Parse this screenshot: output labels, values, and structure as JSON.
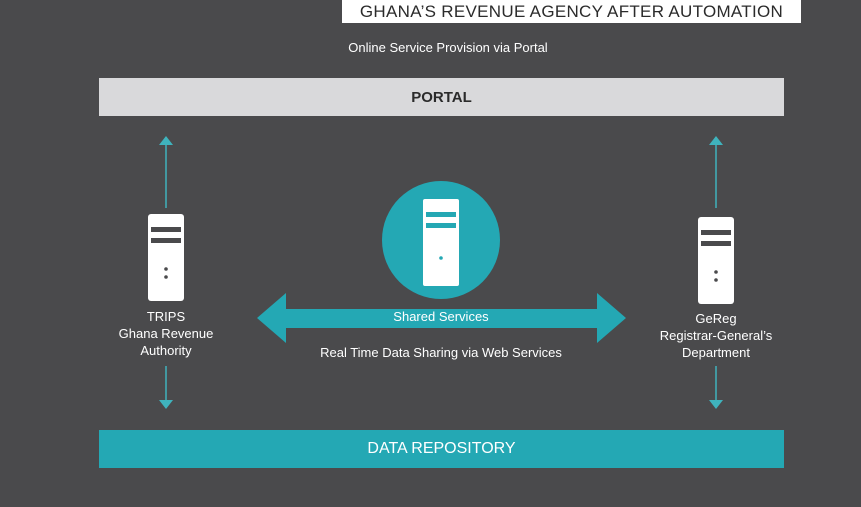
{
  "title": "GHANA’S REVENUE AGENCY AFTER AUTOMATION",
  "subtitle": "Online Service Provision via Portal",
  "portal": {
    "label": "PORTAL"
  },
  "repository": {
    "label": "DATA REPOSITORY"
  },
  "left_node": {
    "lines": [
      "TRIPS",
      "Ghana Revenue",
      "Authority"
    ]
  },
  "right_node": {
    "lines": [
      "GeReg",
      "Registrar-General’s",
      "Department"
    ]
  },
  "shared": {
    "label": "Shared Services",
    "caption": "Real Time Data Sharing via Web Services"
  },
  "colors": {
    "background": "#4a4a4c",
    "teal": "#24a8b4",
    "arrow_teal": "#3fb3bd",
    "portal_gray": "#d9d9db",
    "server_white": "#ffffff",
    "server_dark": "#4a4a4c"
  }
}
